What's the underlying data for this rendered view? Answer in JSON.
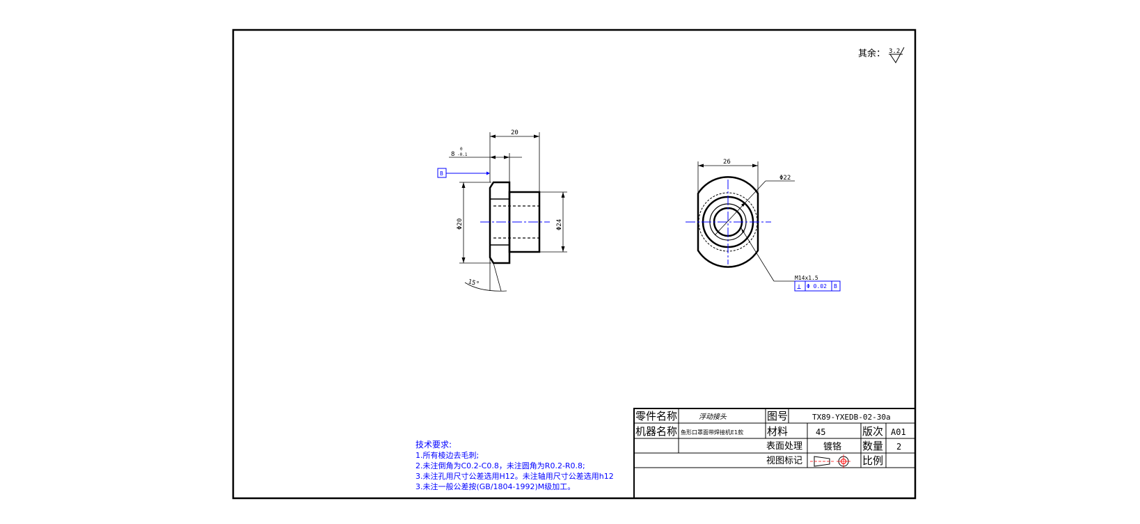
{
  "surface_roughness": {
    "label": "其余：",
    "value": "3.2"
  },
  "front_view": {
    "dim_length": "20",
    "dim_shoulder": "8",
    "tol_upper": "0",
    "tol_lower": "-0.1",
    "datum": "B",
    "dim_head_dia": "Φ20",
    "dim_body_dia": "Φ24",
    "chamfer_angle": "15°"
  },
  "side_view": {
    "dim_flat": "26",
    "dim_dia": "Φ22",
    "thread": "M14x1.5",
    "gdt_symbol": "⊥",
    "gdt_tolerance": "Φ 0.02",
    "gdt_datum": "B"
  },
  "tech_requirements": {
    "title": "技术要求:",
    "items": [
      "1.所有棱边去毛刺;",
      "2.未注倒角为C0.2-C0.8，未注圆角为R0.2-R0.8;",
      "3.未注孔用尺寸公差选用H12。未注轴用尺寸公差选用h12",
      "3.未注一般公差按(GB/1804-1992)M级加工。"
    ]
  },
  "title_block": {
    "part_name_label": "零件名称",
    "part_name": "浮动接头",
    "drawing_no_label": "图号",
    "drawing_no": "TX89-YXEDB-02-30a",
    "machine_name_label": "机器名称",
    "machine_name": "鱼形口罩面带焊接机E1款",
    "material_label": "材料",
    "material": "45",
    "revision_label": "版次",
    "revision": "A01",
    "surface_label": "表面处理",
    "surface": "镀铬",
    "qty_label": "数量",
    "qty": "2",
    "view_label": "视图标记",
    "scale_label": "比例"
  },
  "colors": {
    "line": "#000000",
    "annotation": "#0000ff",
    "center": "#0000ff"
  }
}
